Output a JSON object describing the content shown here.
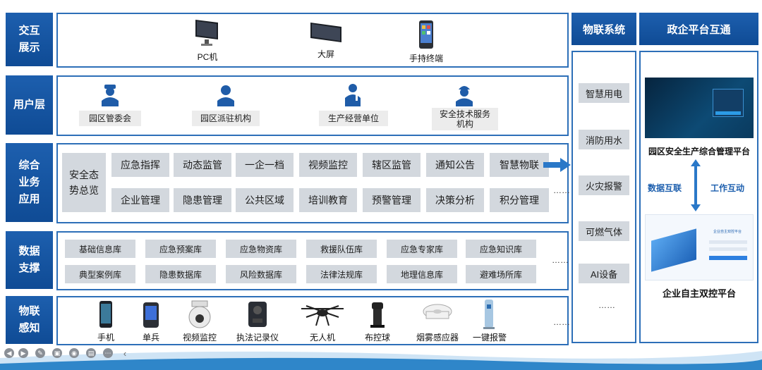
{
  "rows": {
    "interaction": "交互\n展示",
    "user": "用户层",
    "business": "综合\n业务\n应用",
    "data": "数据\n支撑",
    "perception": "物联\n感知"
  },
  "interaction_devices": [
    "PC机",
    "大屏",
    "手持终端"
  ],
  "user_layer": [
    "园区管委会",
    "园区派驻机构",
    "生产经营单位",
    "安全技术服务\n机构"
  ],
  "business": {
    "overview": "安全态\n势总览",
    "row1": [
      "应急指挥",
      "动态监管",
      "一企一档",
      "视频监控",
      "辖区监管",
      "通知公告",
      "智慧物联"
    ],
    "row2": [
      "企业管理",
      "隐患管理",
      "公共区域",
      "培训教育",
      "预警管理",
      "决策分析",
      "积分管理"
    ],
    "more": "……"
  },
  "data_support": {
    "row1": [
      "基础信息库",
      "应急预案库",
      "应急物资库",
      "救援队伍库",
      "应急专家库",
      "应急知识库"
    ],
    "row2": [
      "典型案例库",
      "隐患数据库",
      "风险数据库",
      "法律法规库",
      "地理信息库",
      "避难场所库"
    ],
    "more": "……"
  },
  "perception_devices": [
    "手机",
    "单兵",
    "视频监控",
    "执法记录仪",
    "无人机",
    "布控球",
    "烟雾感应器",
    "一键报警"
  ],
  "perception_more": "……",
  "iot": {
    "title": "物联系统",
    "items": [
      "智慧用电",
      "消防用水",
      "火灾报警",
      "可燃气体",
      "AI设备"
    ],
    "more": "……"
  },
  "gov": {
    "title": "政企平台互通",
    "platform_top": "园区安全生产综合管理平台",
    "link_left": "数据互联",
    "link_right": "工作互动",
    "platform_bottom": "企业自主双控平台",
    "screen_bottom_title": "企业自主双控平台"
  },
  "colors": {
    "accent": "#1d5fae",
    "border": "#2d6fb8",
    "box": "#d3d8de"
  }
}
